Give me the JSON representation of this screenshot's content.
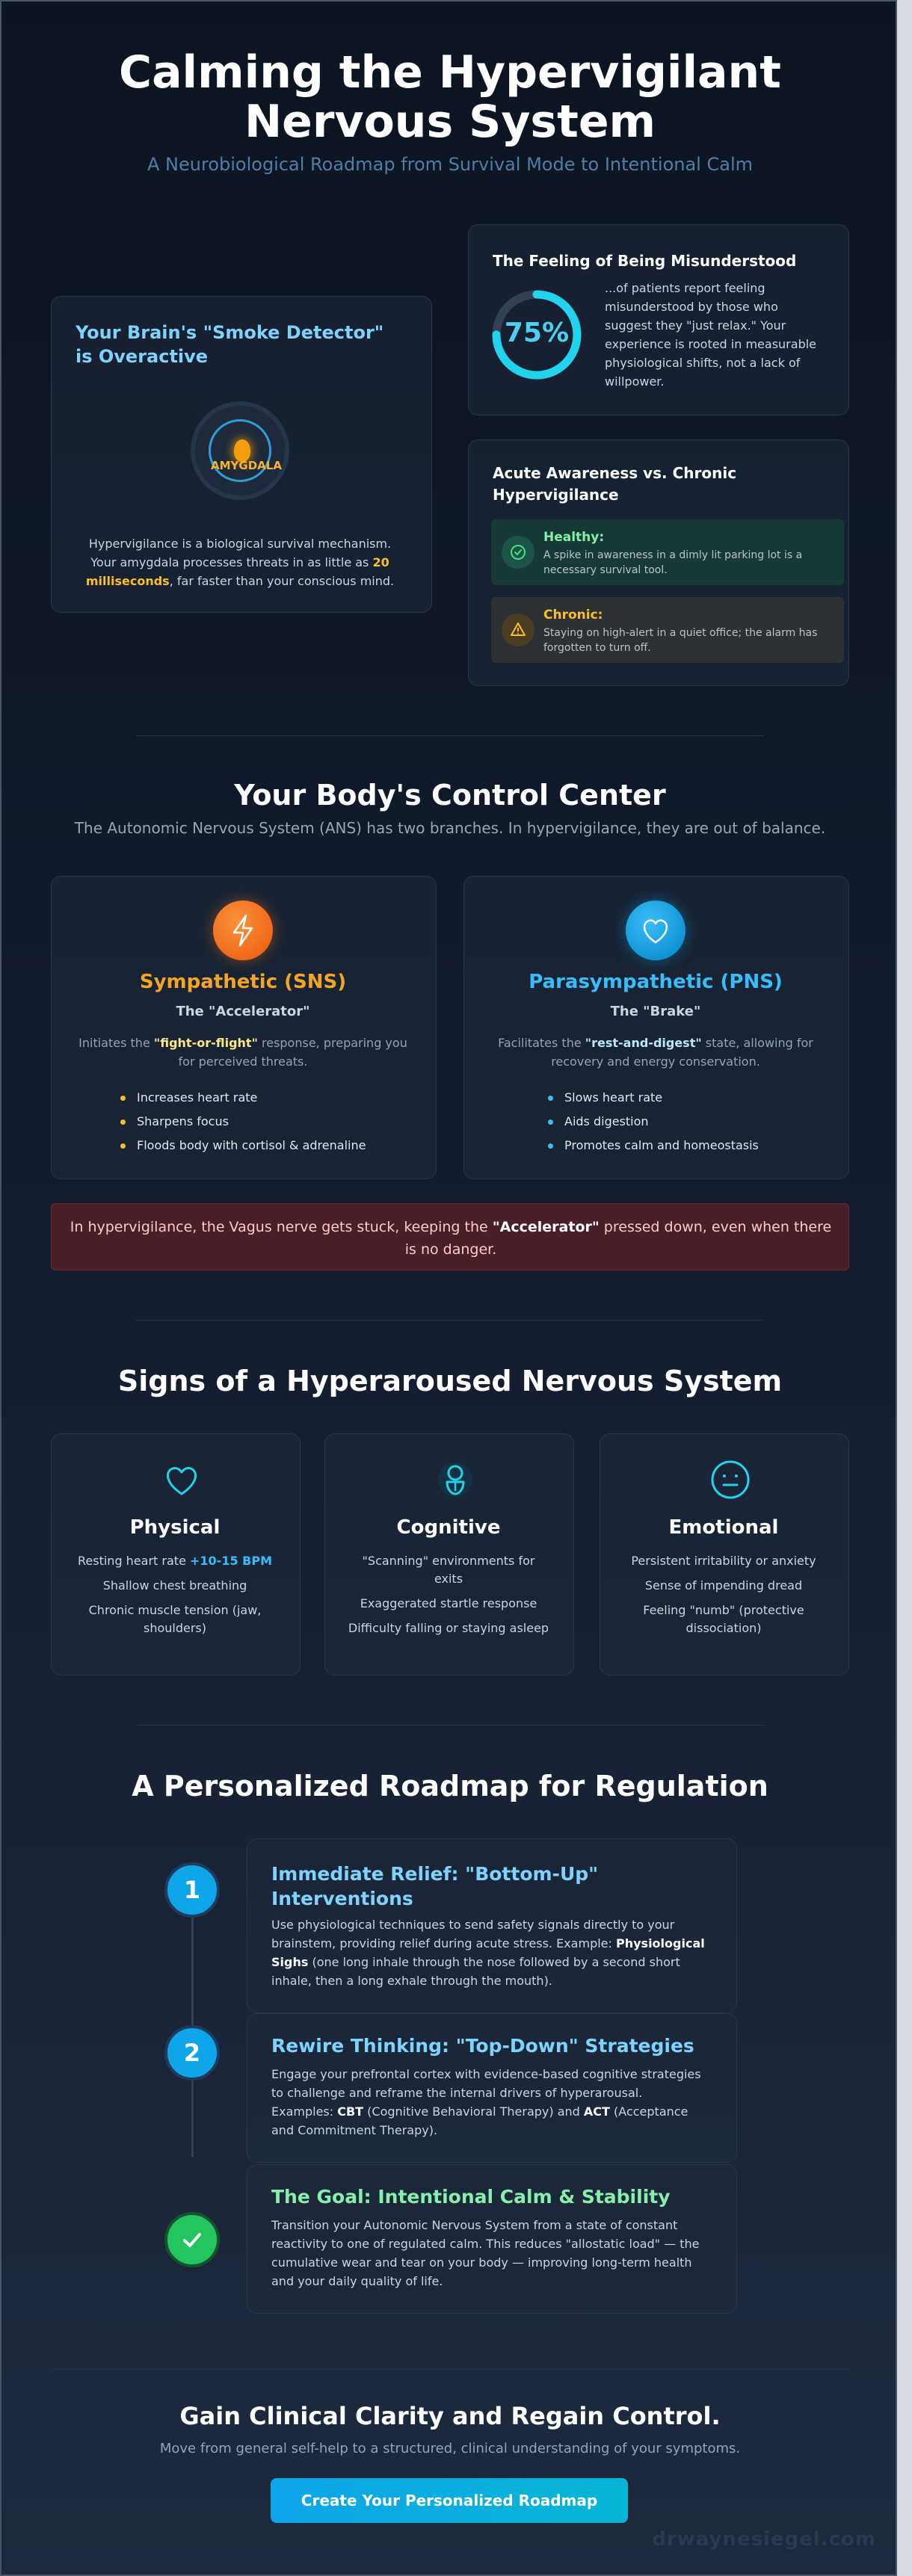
{
  "header": {
    "title_line1": "Calming the Hypervigilant",
    "title_line2": "Nervous System",
    "subtitle": "A Neurobiological Roadmap from Survival Mode to Intentional Calm"
  },
  "smoke_detector": {
    "title": "Your Brain's \"Smoke Detector\" is Overactive",
    "amygdala_label": "AMYGDALA",
    "text_before": "Hypervigilance is a biological survival mechanism. Your amygdala processes threats in as little as ",
    "text_highlight": "20 milliseconds",
    "text_after": ", far faster than your conscious mind."
  },
  "misunderstood": {
    "title": "The Feeling of Being Misunderstood",
    "percent_label": "75%",
    "percent_value": 75,
    "text": "...of patients report feeling misunderstood by those who suggest they \"just relax.\" Your experience is rooted in measurable physiological shifts, not a lack of willpower."
  },
  "awareness": {
    "title": "Acute Awareness vs. Chronic Hypervigilance",
    "healthy_title": "Healthy:",
    "healthy_text": "A spike in awareness in a dimly lit parking lot is a necessary survival tool.",
    "chronic_title": "Chronic:",
    "chronic_text": "Staying on high-alert in a quiet office; the alarm has forgotten to turn off."
  },
  "control_center": {
    "title": "Your Body's Control Center",
    "subtitle": "The Autonomic Nervous System (ANS) has two branches. In hypervigilance, they are out of balance.",
    "sns": {
      "name": "Sympathetic (SNS)",
      "role": "The \"Accelerator\"",
      "desc_before": "Initiates the ",
      "desc_highlight": "\"fight-or-flight\"",
      "desc_after": " response, preparing you for perceived threats.",
      "items": [
        "Increases heart rate",
        "Sharpens focus",
        "Floods body with cortisol & adrenaline"
      ]
    },
    "pns": {
      "name": "Parasympathetic (PNS)",
      "role": "The \"Brake\"",
      "desc_before": "Facilitates the ",
      "desc_highlight": "\"rest-and-digest\"",
      "desc_after": " state, allowing for recovery and energy conservation.",
      "items": [
        "Slows heart rate",
        "Aids digestion",
        "Promotes calm and homeostasis"
      ]
    },
    "alert_before": "In hypervigilance, the Vagus nerve gets stuck, keeping the ",
    "alert_highlight": "\"Accelerator\"",
    "alert_after": " pressed down, even when there is no danger."
  },
  "signs": {
    "title": "Signs of a Hyperaroused Nervous System",
    "physical": {
      "name": "Physical",
      "item1_before": "Resting heart rate ",
      "item1_highlight": "+10-15 BPM",
      "item2": "Shallow chest breathing",
      "item3": "Chronic muscle tension (jaw, shoulders)"
    },
    "cognitive": {
      "name": "Cognitive",
      "item1": "\"Scanning\" environments for exits",
      "item2": "Exaggerated startle response",
      "item3": "Difficulty falling or staying asleep"
    },
    "emotional": {
      "name": "Emotional",
      "item1": "Persistent irritability or anxiety",
      "item2": "Sense of impending dread",
      "item3": "Feeling \"numb\" (protective dissociation)"
    }
  },
  "roadmap": {
    "title": "A Personalized Roadmap for Regulation",
    "step1": {
      "number": "1",
      "title": "Immediate Relief: \"Bottom-Up\" Interventions",
      "text_before": "Use physiological techniques to send safety signals directly to your brainstem, providing relief during acute stress. Example: ",
      "text_bold": "Physiological Sighs",
      "text_after": " (one long inhale through the nose followed by a second short inhale, then a long exhale through the mouth)."
    },
    "step2": {
      "number": "2",
      "title": "Rewire Thinking: \"Top-Down\" Strategies",
      "text_before": "Engage your prefrontal cortex with evidence-based cognitive strategies to challenge and reframe the internal drivers of hyperarousal. Examples: ",
      "text_bold1": "CBT",
      "text_mid": " (Cognitive Behavioral Therapy) and ",
      "text_bold2": "ACT",
      "text_after": " (Acceptance and Commitment Therapy)."
    },
    "step3": {
      "title": "The Goal: Intentional Calm & Stability",
      "text": "Transition your Autonomic Nervous System from a state of constant reactivity to one of regulated calm. This reduces \"allostatic load\" — the cumulative wear and tear on your body — improving long-term health and your daily quality of life."
    }
  },
  "cta": {
    "title": "Gain Clinical Clarity and Regain Control.",
    "subtitle": "Move from general self-help to a structured, clinical understanding of your symptoms.",
    "button": "Create Your Personalized Roadmap"
  },
  "watermark": "drwaynesiegel.com",
  "colors": {
    "accent_blue": "#7dd3fc",
    "accent_orange": "#f59e0b",
    "accent_green": "#86efac",
    "sns_color": "#f5a524",
    "pns_color": "#38bdf8"
  }
}
